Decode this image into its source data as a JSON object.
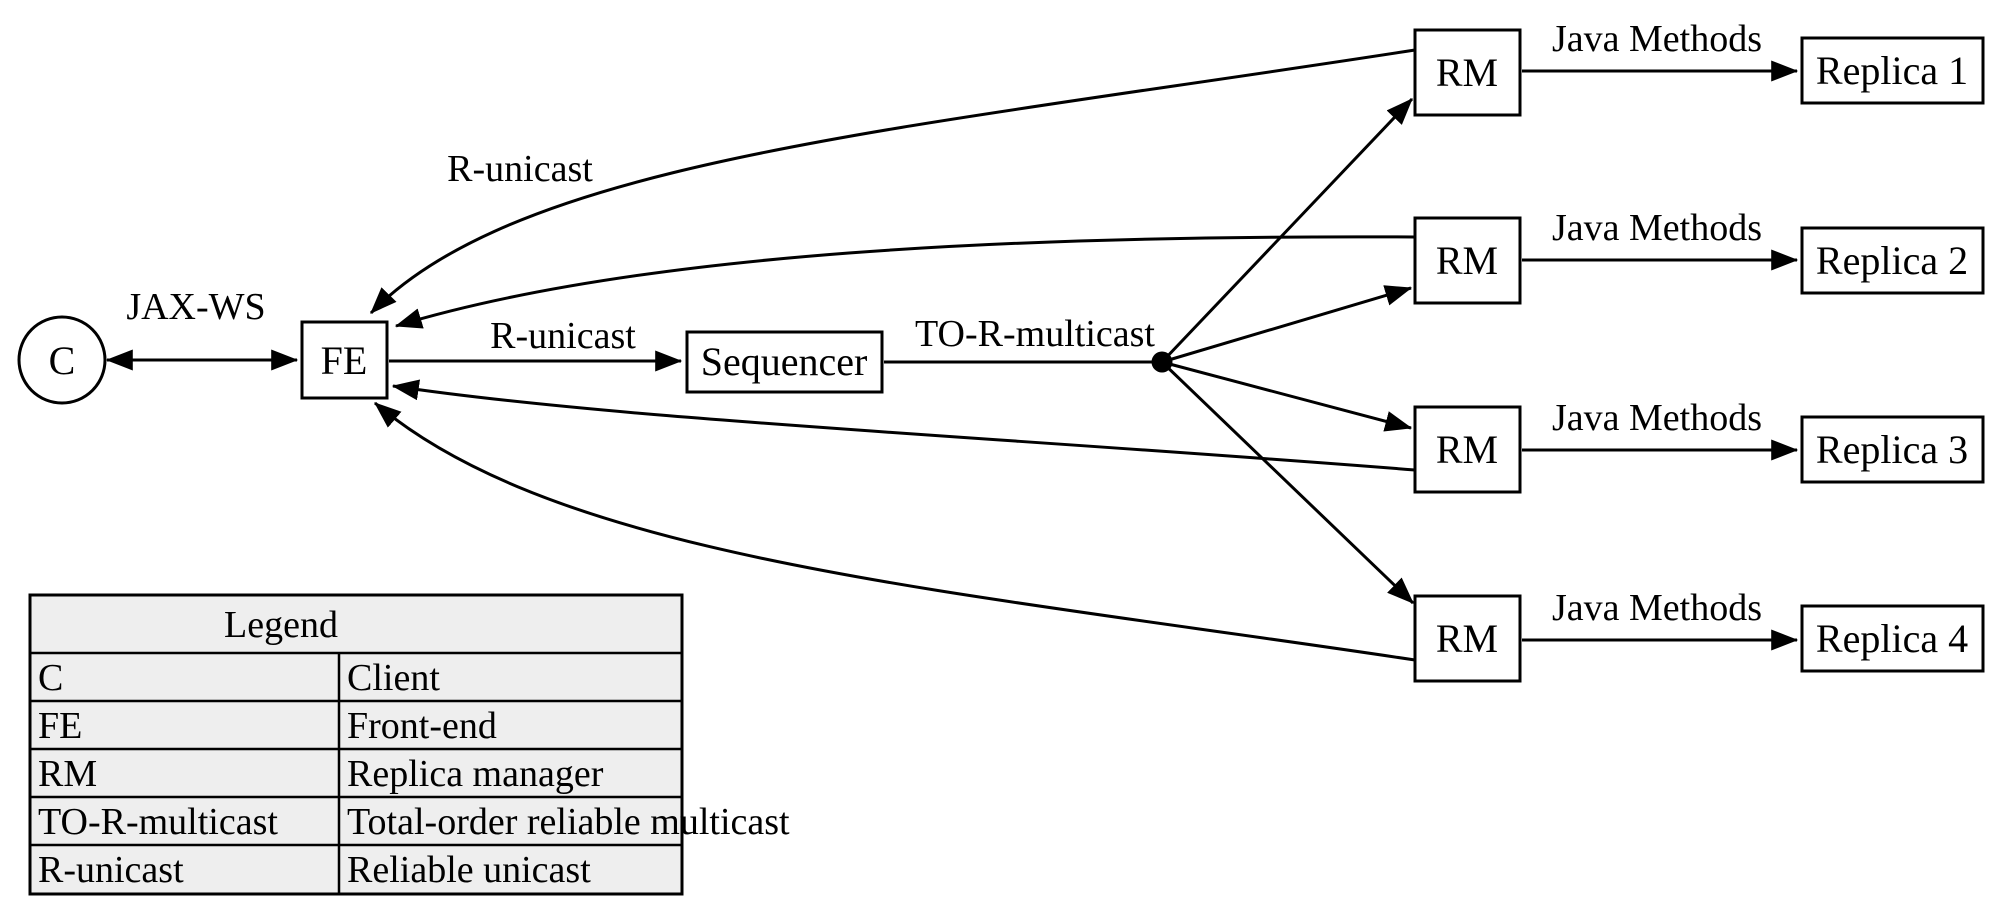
{
  "diagram": {
    "nodes": {
      "client": "C",
      "front_end": "FE",
      "sequencer": "Sequencer",
      "rm1": "RM",
      "rm2": "RM",
      "rm3": "RM",
      "rm4": "RM",
      "replica1": "Replica 1",
      "replica2": "Replica 2",
      "replica3": "Replica 3",
      "replica4": "Replica 4"
    },
    "edge_labels": {
      "jax_ws": "JAX-WS",
      "r_unicast_top": "R-unicast",
      "r_unicast_mid": "R-unicast",
      "to_r_multicast": "TO-R-multicast",
      "java_methods_1": "Java Methods",
      "java_methods_2": "Java Methods",
      "java_methods_3": "Java Methods",
      "java_methods_4": "Java Methods"
    }
  },
  "legend": {
    "title": "Legend",
    "rows": [
      {
        "term": "C",
        "definition": "Client"
      },
      {
        "term": "FE",
        "definition": "Front-end"
      },
      {
        "term": "RM",
        "definition": "Replica manager"
      },
      {
        "term": "TO-R-multicast",
        "definition": "Total-order reliable multicast"
      },
      {
        "term": "R-unicast",
        "definition": "Reliable unicast"
      }
    ]
  },
  "colors": {
    "stroke": "#000000",
    "background": "#ffffff",
    "legend_background": "#eeeeee"
  }
}
